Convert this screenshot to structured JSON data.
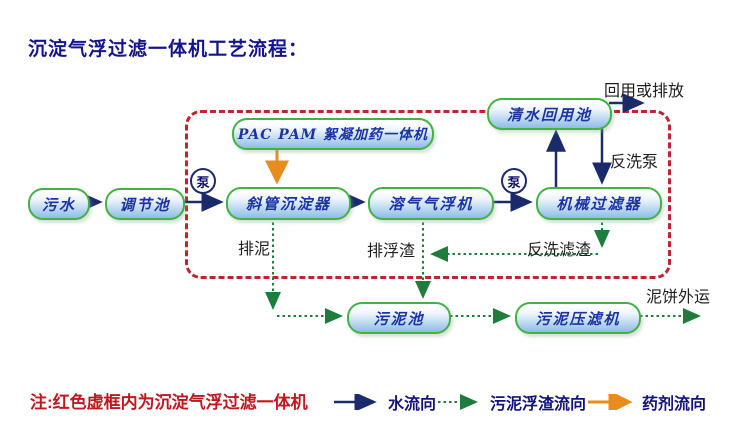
{
  "title": "沉淀气浮过滤一体机工艺流程：",
  "nodes": [
    {
      "id": "sewage",
      "label": "污水"
    },
    {
      "id": "regulating-tank",
      "label": "调节池"
    },
    {
      "id": "inclined-tube-settler",
      "label": "斜管沉淀器"
    },
    {
      "id": "dissolved-air-flotation",
      "label": "溶气气浮机"
    },
    {
      "id": "mechanical-filter",
      "label": "机械过滤器"
    },
    {
      "id": "clean-water-reuse-tank",
      "label": "清水回用池"
    },
    {
      "id": "pac-pam-dosing-unit",
      "label": "PAC PAM 絮凝加药一体机"
    },
    {
      "id": "sludge-tank",
      "label": "污泥池"
    },
    {
      "id": "sludge-filter-press",
      "label": "污泥压滤机"
    }
  ],
  "pump": {
    "label": "泵"
  },
  "flow_labels": {
    "reuse_or_discharge": "回用或排放",
    "backwash_pump": "反洗泵",
    "sludge_discharge": "排泥",
    "scum_discharge": "排浮渣",
    "backwash_residue": "反洗滤渣",
    "mud_cake_transport": "泥饼外运"
  },
  "note": "注:红色虚框内为沉淀气浮过滤一体机",
  "legend": {
    "water_flow": "水流向",
    "sludge_scum_flow": "污泥浮渣流向",
    "chemical_flow": "药剂流向"
  },
  "colors": {
    "title": "#14148c",
    "dashed_box": "#c0252f",
    "water_arrow": "#1b2a6b",
    "sludge_arrow": "#1e7d3c",
    "chemical_arrow": "#e78c1e",
    "node_border": "#43b143",
    "node_text": "#1c33a6",
    "note_text": "#c01820"
  }
}
